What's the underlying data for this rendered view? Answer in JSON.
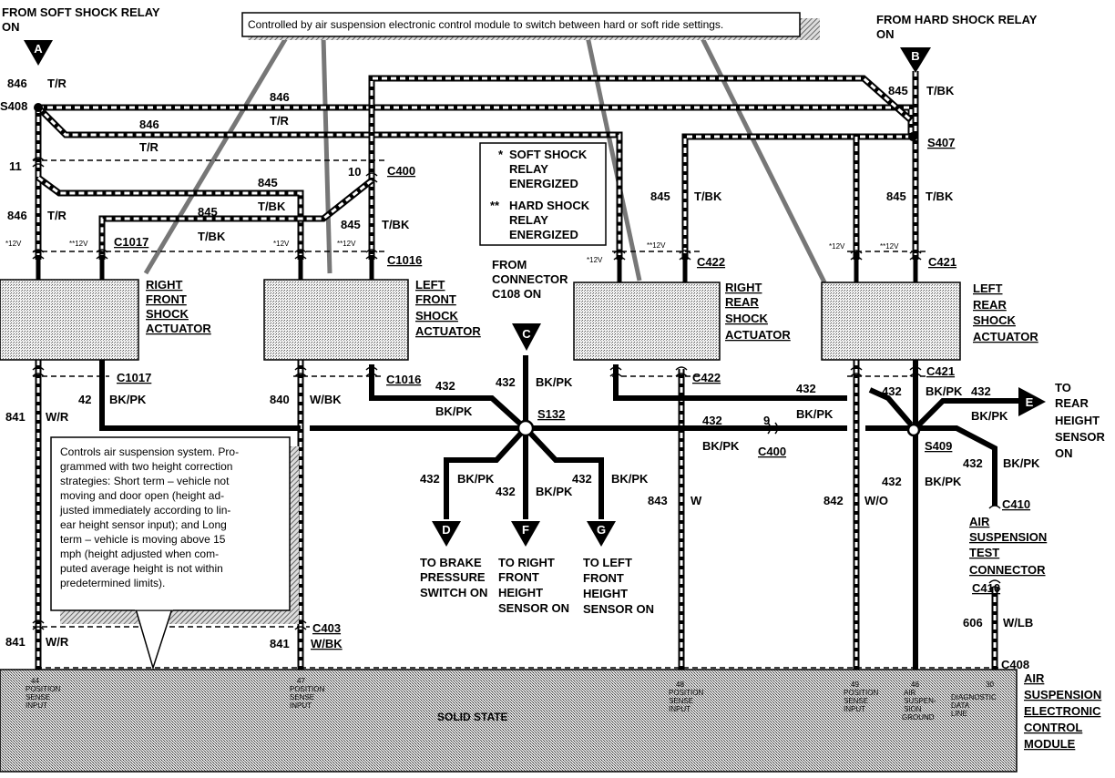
{
  "source": {
    "soft_relay": [
      "FROM SOFT SHOCK RELAY",
      "ON"
    ],
    "hard_relay": [
      "FROM HARD SHOCK RELAY",
      "ON"
    ],
    "connector_c108": [
      "FROM",
      "CONNECTOR",
      "C108 ON"
    ],
    "marker_a": "A",
    "marker_b": "B",
    "marker_c": "C"
  },
  "callout_top": "Controlled by air suspension electronic control module to switch between hard or soft ride settings.",
  "legend": {
    "soft_star": "*",
    "soft": [
      "SOFT SHOCK",
      "RELAY",
      "ENERGIZED"
    ],
    "hard_star": "**",
    "hard": [
      "HARD SHOCK",
      "RELAY",
      "ENERGIZED"
    ]
  },
  "module_note": [
    "Controls air suspension system. Pro-",
    "grammed with two height correction",
    "strategies: Short term – vehicle not",
    "moving and door open (height ad-",
    "justed immediately according to lin-",
    "ear height sensor input); and Long",
    "term – vehicle is moving above 15",
    "mph (height adjusted when com-",
    "puted average height is not within",
    "predetermined limits)."
  ],
  "components": {
    "rf_actuator": [
      "RIGHT",
      "FRONT",
      "SHOCK",
      "ACTUATOR"
    ],
    "lf_actuator": [
      "LEFT",
      "FRONT",
      "SHOCK",
      "ACTUATOR"
    ],
    "rr_actuator": [
      "RIGHT",
      "REAR",
      "SHOCK",
      "ACTUATOR"
    ],
    "lr_actuator": [
      "LEFT",
      "REAR",
      "SHOCK",
      "ACTUATOR"
    ],
    "module": [
      "AIR",
      "SUSPENSION",
      "ELECTRONIC",
      "CONTROL",
      "MODULE"
    ],
    "test_connector": [
      "AIR",
      "SUSPENSION",
      "TEST",
      "CONNECTOR"
    ],
    "solid_state": "SOLID STATE"
  },
  "destinations": {
    "d": {
      "marker": "D",
      "text": [
        "TO BRAKE",
        "PRESSURE",
        "SWITCH ON"
      ]
    },
    "f": {
      "marker": "F",
      "text": [
        "TO RIGHT",
        "FRONT",
        "HEIGHT",
        "SENSOR ON"
      ]
    },
    "g": {
      "marker": "G",
      "text": [
        "TO LEFT",
        "FRONT",
        "HEIGHT",
        "SENSOR ON"
      ]
    },
    "e": {
      "marker": "E",
      "text": [
        "TO",
        "REAR",
        "HEIGHT",
        "SENSOR",
        "ON"
      ]
    }
  },
  "connectors": {
    "c1017": "C1017",
    "c1016": "C1016",
    "c400": "C400",
    "c422": "C422",
    "c421": "C421",
    "c403": "C403",
    "c410": "C410",
    "c408": "C408",
    "s408": "S408",
    "s407": "S407",
    "s132": "S132",
    "s409": "S409"
  },
  "wires": {
    "c846": "846",
    "c845": "845",
    "c841": "841",
    "c840": "840",
    "c843": "843",
    "c842": "842",
    "c432": "432",
    "c42": "42",
    "c606": "606",
    "tr": "T/R",
    "tbk": "T/BK",
    "wr": "W/R",
    "wbk": "W/BK",
    "w": "W",
    "wo": "W/O",
    "bkpk": "BK/PK",
    "wlb": "W/LB"
  },
  "pins": {
    "p11": "11",
    "p10": "10",
    "p9": "9",
    "v12_soft": "*12V",
    "v12_hard": "**12V"
  },
  "module_pins": {
    "p44": [
      "44",
      "POSITION",
      "SENSE",
      "INPUT"
    ],
    "p47": [
      "47",
      "POSITION",
      "SENSE",
      "INPUT"
    ],
    "p48": [
      "48",
      "POSITION",
      "SENSE",
      "INPUT"
    ],
    "p49": [
      "49",
      "POSITION",
      "SENSE",
      "INPUT"
    ],
    "p46": [
      "46",
      "AIR",
      "SUSPEN-",
      "SION",
      "GROUND"
    ],
    "p30": [
      "30",
      "DIAGNOSTIC",
      "DATA",
      "LINE"
    ]
  }
}
